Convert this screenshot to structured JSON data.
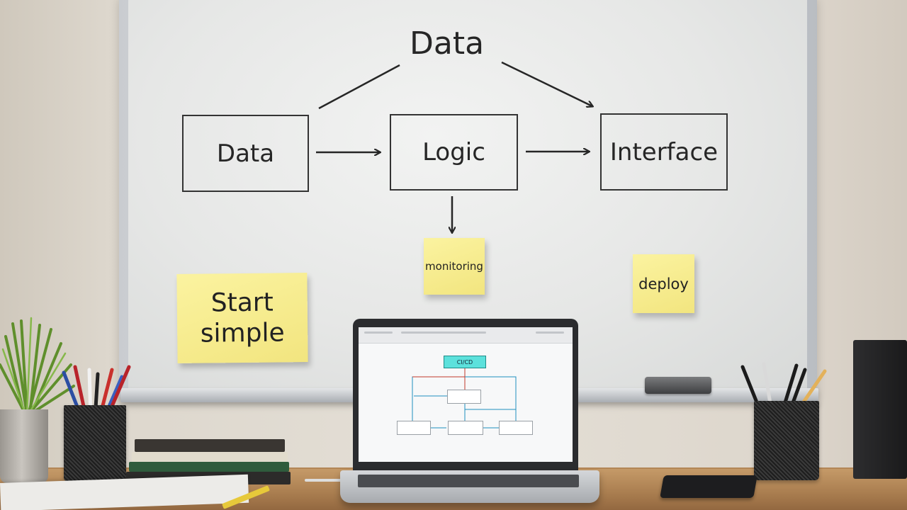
{
  "whiteboard": {
    "title": "Data",
    "boxes": [
      "Data",
      "Logic",
      "Interface"
    ],
    "stickies": {
      "start": [
        "Start",
        "simple"
      ],
      "monitoring": "monitoring",
      "deploy": "deploy"
    }
  },
  "laptop": {
    "diagram_top_node": "CI/CD"
  },
  "colors": {
    "whiteboard": "#e8e9e8",
    "sticky": "#f6eb8c",
    "ink": "#262626",
    "desk": "#b98c5b",
    "screen_accent": "#5ce1dc"
  }
}
